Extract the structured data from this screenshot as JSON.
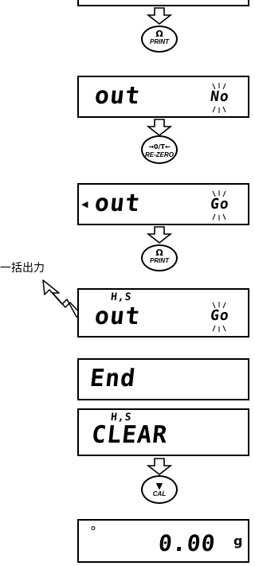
{
  "buttons": {
    "print": {
      "icon": "Ω",
      "label": "PRINT"
    },
    "rezero": {
      "icon": "→0/T←",
      "label": "RE-ZERO"
    },
    "cal": {
      "icon": "▼",
      "label": "CAL"
    }
  },
  "displays": {
    "d1": {
      "main": "out",
      "value": "No"
    },
    "d2": {
      "pointer": "◀",
      "main": "out",
      "value": "Go"
    },
    "d3": {
      "top": "H,S",
      "main": "out",
      "value": "Go"
    },
    "d4": {
      "main": "End"
    },
    "d5": {
      "top": "H,S",
      "main": "CLEAR"
    },
    "d6": {
      "indicator": "°",
      "value": "0.00",
      "unit": "g"
    }
  },
  "side_label": "一括出力"
}
